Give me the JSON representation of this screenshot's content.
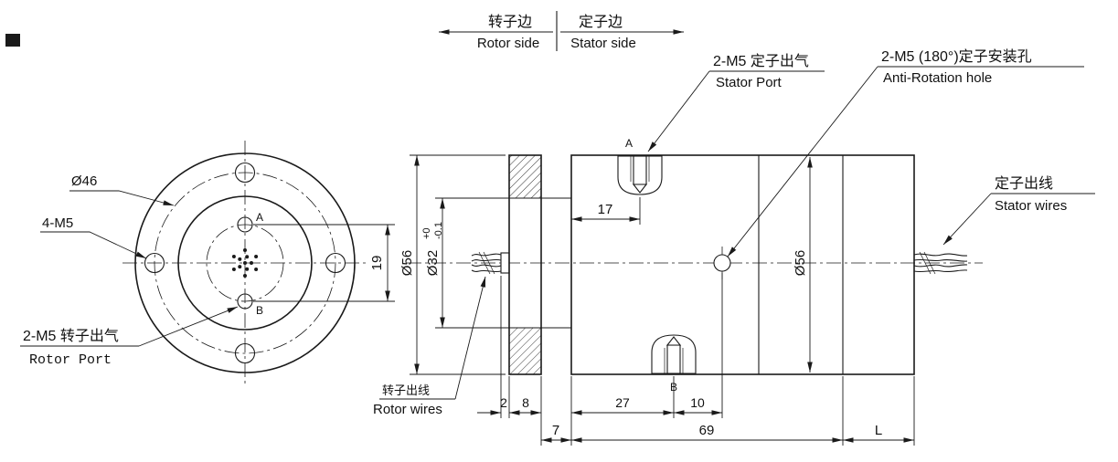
{
  "meta": {
    "background": "#ffffff",
    "line_color": "#1a1a1a",
    "drawing_type": "slip-ring rotary union technical drawing"
  },
  "header": {
    "rotor_side_cn": "转子边",
    "rotor_side_en": "Rotor side",
    "stator_side_cn": "定子边",
    "stator_side_en": "Stator side"
  },
  "front_view": {
    "dia_bolt_circle": "Ø46",
    "mount_holes": "4-M5",
    "rotor_port_cn": "2-M5 转子出气",
    "rotor_port_en": "Rotor Port",
    "hole_a": "A",
    "hole_b": "B",
    "dim_ab": "19"
  },
  "section_view": {
    "stator_port_cn": "2-M5 定子出气",
    "stator_port_en": "Stator Port",
    "anti_rotation_cn": "2-M5 (180°)定子安装孔",
    "anti_rotation_en": "Anti-Rotation hole",
    "stator_wires_cn": "定子出线",
    "stator_wires_en": "Stator wires",
    "rotor_wires_cn": "转子出线",
    "rotor_wires_en": "Rotor wires",
    "port_a": "A",
    "port_b": "B"
  },
  "dimensions": {
    "flange_dia": "Ø56",
    "neck_dia": "Ø32",
    "neck_tol_upper": "+0",
    "neck_tol_lower": "-0.1",
    "body_dia": "Ø56",
    "port_a_offset": "17",
    "collar": "2",
    "flange_thk": "8",
    "port_b_offset": "27",
    "hole_offset": "10",
    "neck_len": "7",
    "body_len": "69",
    "tail_len": "L"
  }
}
